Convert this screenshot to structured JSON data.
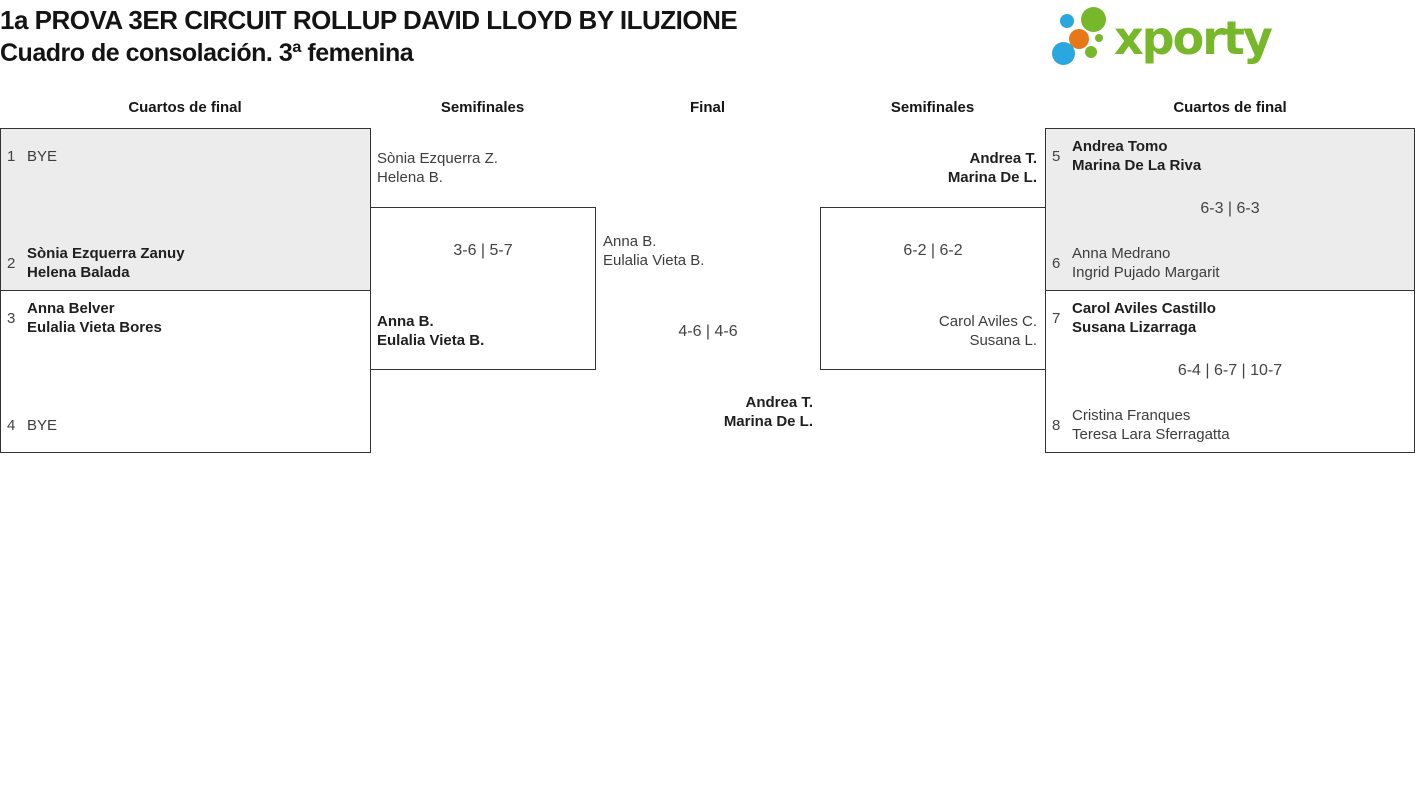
{
  "header": {
    "title_line1": "1a PROVA 3ER CIRCUIT ROLLUP DAVID LLOYD BY ILUZIONE",
    "title_line2": "Cuadro de consolación. 3ª femenina"
  },
  "logo": {
    "text": "xporty",
    "colors": {
      "green": "#76b82a",
      "blue": "#29a8e0",
      "orange": "#e87817"
    }
  },
  "rounds": {
    "qf_left": "Cuartos de final",
    "sf_left": "Semifinales",
    "final": "Final",
    "sf_right": "Semifinales",
    "qf_right": "Cuartos de final"
  },
  "bracket": {
    "qfL1": {
      "top": {
        "seed": "1",
        "l1": "BYE"
      },
      "bottom": {
        "seed": "2",
        "l1": "Sònia Ezquerra Zanuy",
        "l2": "Helena Balada"
      }
    },
    "qfL2": {
      "top": {
        "seed": "3",
        "l1": "Anna Belver",
        "l2": "Eulalia Vieta Bores"
      },
      "bottom": {
        "seed": "4",
        "l1": "BYE"
      }
    },
    "sfL": {
      "top": {
        "l1": "Sònia Ezquerra Z.",
        "l2": "Helena B."
      },
      "score": "3-6 | 5-7",
      "bottom": {
        "l1": "Anna B.",
        "l2": "Eulalia Vieta B."
      }
    },
    "final": {
      "top": {
        "l1": "Anna B.",
        "l2": "Eulalia Vieta B."
      },
      "score": "4-6 | 4-6",
      "champion": {
        "l1": "Andrea T.",
        "l2": "Marina De L."
      }
    },
    "sfR": {
      "top": {
        "l1": "Andrea T.",
        "l2": "Marina De L."
      },
      "score": "6-2 | 6-2",
      "bottom": {
        "l1": "Carol Aviles C.",
        "l2": "Susana L."
      }
    },
    "qfR1": {
      "top": {
        "seed": "5",
        "l1": "Andrea Tomo",
        "l2": "Marina De La Riva"
      },
      "score": "6-3 | 6-3",
      "bottom": {
        "seed": "6",
        "l1": "Anna Medrano",
        "l2": "Ingrid Pujado Margarit"
      }
    },
    "qfR2": {
      "top": {
        "seed": "7",
        "l1": "Carol Aviles Castillo",
        "l2": "Susana Lizarraga"
      },
      "score": "6-4 | 6-7 | 10-7",
      "bottom": {
        "seed": "8",
        "l1": "Cristina Franques",
        "l2": "Teresa Lara Sferragatta"
      }
    }
  }
}
